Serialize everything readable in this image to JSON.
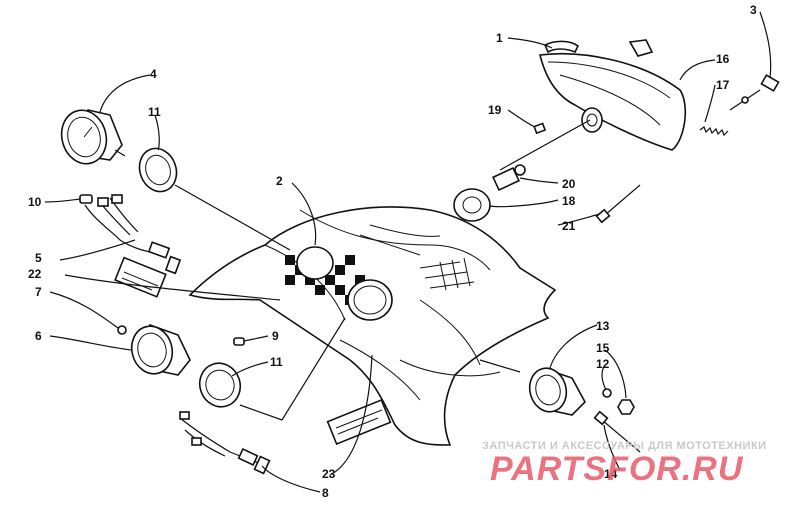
{
  "callouts": {
    "n1": "1",
    "n2": "2",
    "n3": "3",
    "n4": "4",
    "n5": "5",
    "n6": "6",
    "n7": "7",
    "n8": "8",
    "n9": "9",
    "n10": "10",
    "n11a": "11",
    "n11b": "11",
    "n12": "12",
    "n13": "13",
    "n14": "14",
    "n15": "15",
    "n16": "16",
    "n17": "17",
    "n18": "18",
    "n19": "19",
    "n20": "20",
    "n21": "21",
    "n22": "22",
    "n23": "23"
  },
  "watermark": {
    "line1": "ЗАПЧАСТИ И АКСЕССУАРЫ ДЛЯ МОТОТЕХНИКИ",
    "line2": "PARTSFOR.RU",
    "color": "#e85a6a"
  }
}
